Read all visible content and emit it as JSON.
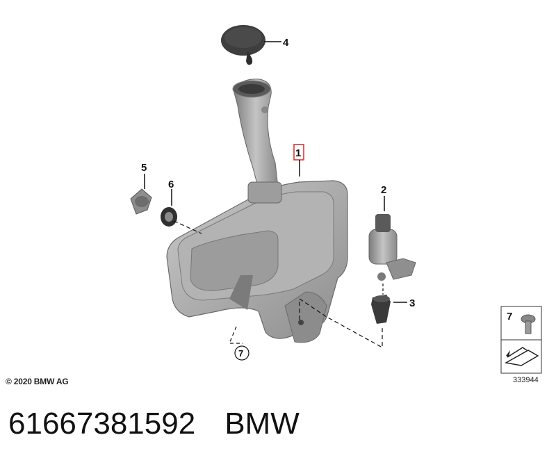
{
  "callouts": {
    "c1": "1",
    "c2": "2",
    "c3": "3",
    "c4": "4",
    "c5": "5",
    "c6": "6",
    "c7_circled": "7",
    "c7_box": "7"
  },
  "copyright": "© 2020 BMW AG",
  "diagram_number": "333944",
  "footer": {
    "part_number": "61667381592",
    "brand": "BMW"
  },
  "colors": {
    "part_fill": "#a9a9a9",
    "part_dark": "#6e6e6e",
    "highlight_box": "#d9262c"
  }
}
